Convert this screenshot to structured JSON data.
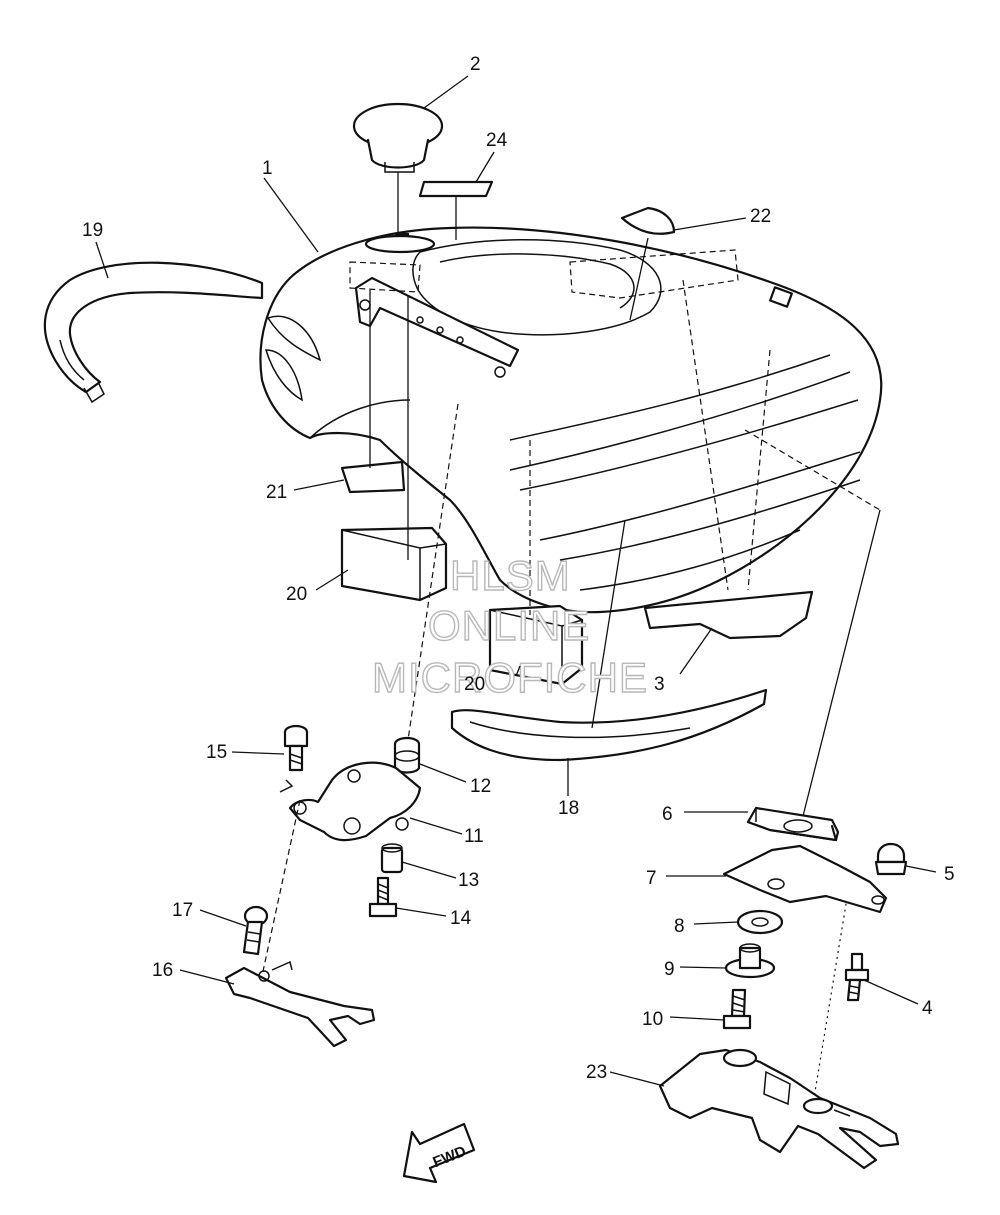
{
  "diagram": {
    "callouts": [
      "1",
      "2",
      "3",
      "4",
      "5",
      "6",
      "7",
      "8",
      "9",
      "10",
      "11",
      "12",
      "13",
      "14",
      "15",
      "16",
      "17",
      "18",
      "19",
      "20",
      "20",
      "21",
      "22",
      "23",
      "24"
    ],
    "watermark": [
      "HLSM",
      "ONLINE",
      "MICROFICHE"
    ],
    "direction_label": "FWD"
  },
  "colors": {
    "line": "#111111",
    "background": "#ffffff",
    "watermark": "#b8b8b8"
  }
}
